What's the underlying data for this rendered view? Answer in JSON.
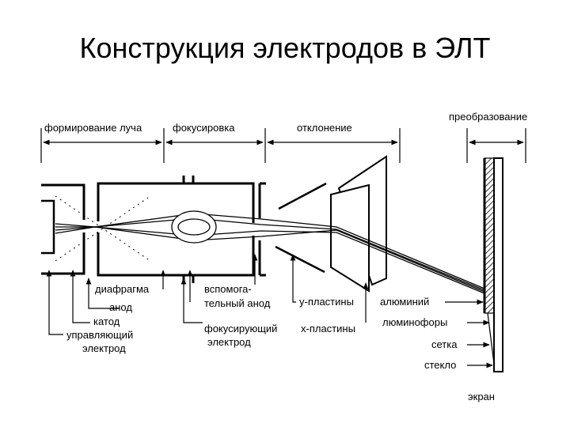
{
  "title": "Конструкция электродов в ЭЛТ",
  "sections": {
    "beam_forming": "формирование луча",
    "focusing": "фокусировка",
    "deflection": "отклонение",
    "conversion": "преобразование"
  },
  "labels": {
    "diaphragm": "диафрагма",
    "anode": "анод",
    "cathode": "катод",
    "control_1": "управляющий",
    "control_2": "электрод",
    "aux_1": "вспомога-",
    "aux_2": "тельный анод",
    "focus_1": "фокусирующий",
    "focus_2": "электрод",
    "y_plates": "у-пластины",
    "x_plates": "х-пластины",
    "aluminium": "алюминий",
    "phosphors": "люминофоры",
    "mesh": "сетка",
    "glass": "стекло",
    "screen": "экран"
  }
}
